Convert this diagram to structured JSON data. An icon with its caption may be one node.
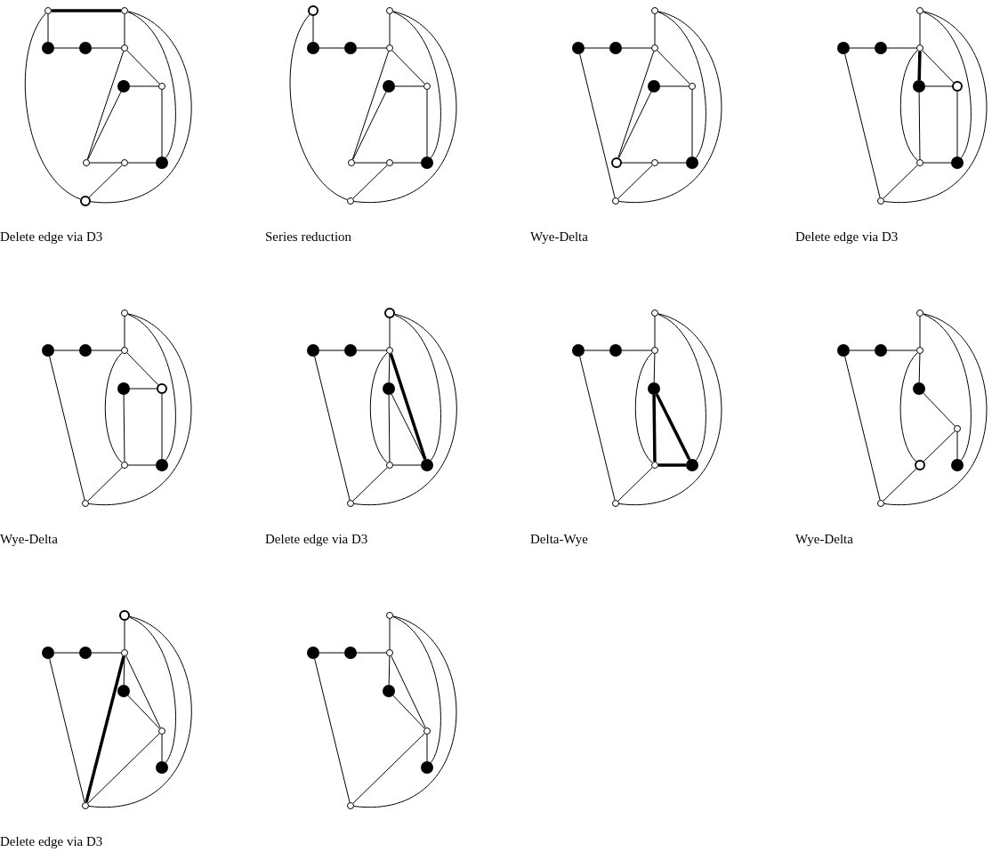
{
  "diagram": {
    "nodes": [
      {
        "text": [],
        "shape": "circle"
      },
      {
        "text": [],
        "shape": "circle"
      },
      {
        "text": [],
        "shape": "circle"
      },
      {
        "text": [],
        "shape": "circle"
      },
      {
        "text": [],
        "shape": "circle"
      },
      {
        "text": [],
        "shape": "circle"
      },
      {
        "text": [],
        "shape": "circle"
      },
      {
        "text": [],
        "shape": "circle"
      },
      {
        "text": [],
        "shape": "circle"
      },
      {
        "text": [],
        "shape": "circle"
      },
      {
        "text": [],
        "shape": "circle"
      },
      {
        "text": [],
        "shape": "circle"
      },
      {
        "text": [],
        "shape": "circle"
      },
      {
        "text": [],
        "shape": "circle"
      },
      {
        "text": [],
        "shape": "circle"
      },
      {
        "text": [],
        "shape": "circle"
      },
      {
        "text": [],
        "shape": "circle"
      },
      {
        "text": [],
        "shape": "circle"
      },
      {
        "text": [],
        "shape": "circle"
      },
      {
        "text": [],
        "shape": "circle"
      },
      {
        "text": [],
        "shape": "circle"
      },
      {
        "text": [],
        "shape": "circle"
      },
      {
        "text": [],
        "shape": "circle"
      },
      {
        "text": [],
        "shape": "circle"
      },
      {
        "text": [],
        "shape": "circle"
      },
      {
        "text": [],
        "shape": "circle"
      },
      {
        "text": [],
        "shape": "circle"
      },
      {
        "text": [],
        "shape": "circle"
      },
      {
        "text": [],
        "shape": "circle"
      },
      {
        "text": [],
        "shape": "circle"
      },
      {
        "text": [],
        "shape": "circle"
      },
      {
        "text": [],
        "shape": "circle"
      },
      {
        "text": [],
        "shape": "circle"
      },
      {
        "text": [],
        "shape": "circle"
      },
      {
        "text": [],
        "shape": "circle"
      },
      {
        "text": [],
        "shape": "circle"
      },
      {
        "text": [],
        "shape": "circle"
      },
      {
        "text": [],
        "shape": "circle"
      },
      {
        "text": [],
        "shape": "circle"
      },
      {
        "text": [],
        "shape": "circle"
      },
      {
        "text": [],
        "shape": "circle"
      },
      {
        "text": [],
        "shape": "circle"
      },
      {
        "text": [],
        "shape": "circle"
      },
      {
        "text": [],
        "shape": "circle"
      },
      {
        "text": [],
        "shape": "circle"
      },
      {
        "text": [],
        "shape": "circle"
      },
      {
        "text": [],
        "shape": "circle"
      },
      {
        "text": [],
        "shape": "circle"
      },
      {
        "text": [],
        "shape": "circle"
      },
      {
        "text": [],
        "shape": "circle"
      },
      {
        "text": [],
        "shape": "circle"
      },
      {
        "text": [],
        "shape": "circle"
      },
      {
        "text": [],
        "shape": "circle"
      },
      {
        "text": [],
        "shape": "circle"
      },
      {
        "text": [],
        "shape": "circle"
      },
      {
        "text": [],
        "shape": "circle"
      },
      {
        "text": [],
        "shape": "circle"
      },
      {
        "text": [],
        "shape": "circle"
      },
      {
        "text": [],
        "shape": "circle"
      },
      {
        "text": [],
        "shape": "circle"
      },
      {
        "text": [],
        "shape": "circle"
      },
      {
        "text": [],
        "shape": "circle"
      },
      {
        "text": [],
        "shape": "circle"
      },
      {
        "text": [],
        "shape": "circle"
      },
      {
        "text": [],
        "shape": "circle"
      },
      {
        "text": [],
        "shape": "circle"
      },
      {
        "text": [],
        "shape": "circle"
      },
      {
        "text": [],
        "shape": "circle"
      },
      {
        "text": [],
        "shape": "circle"
      },
      {
        "text": [],
        "shape": "circle"
      },
      {
        "text": [],
        "shape": "circle"
      },
      {
        "text": [],
        "shape": "circle"
      },
      {
        "text": [],
        "shape": "circle"
      },
      {
        "text": [],
        "shape": "circle"
      },
      {
        "text": [],
        "shape": "circle"
      },
      {
        "text": [],
        "shape": "circle"
      },
      {
        "text": [],
        "shape": "circle"
      },
      {
        "text": [],
        "shape": "circle"
      },
      {
        "text": [],
        "shape": "circle"
      },
      {
        "text": [],
        "shape": "circle"
      },
      {
        "text": [],
        "shape": "circle"
      },
      {
        "text": [],
        "shape": "circle"
      },
      {
        "text": [],
        "shape": "circle"
      },
      {
        "text": [],
        "shape": "circle"
      },
      {
        "text": [],
        "shape": "circle"
      },
      {
        "text": [],
        "shape": "circle"
      },
      {
        "text": [],
        "shape": "circle"
      },
      {
        "text": [],
        "shape": "circle"
      },
      {
        "text": [],
        "shape": "circle"
      },
      {
        "text": [],
        "shape": "circle"
      },
      {
        "text": [],
        "shape": "circle"
      }
    ],
    "edges": [
      {
        "from": 0,
        "to": 1,
        "arrow": "none",
        "style": "thick"
      },
      {
        "from": 0,
        "to": 2,
        "arrow": "none"
      },
      {
        "from": 2,
        "to": 3,
        "arrow": "none"
      },
      {
        "from": 3,
        "to": 4,
        "arrow": "none"
      },
      {
        "from": 1,
        "to": 4,
        "arrow": "none"
      },
      {
        "from": 4,
        "to": 6,
        "arrow": "none"
      },
      {
        "from": 4,
        "to": 7,
        "arrow": "none"
      },
      {
        "from": 5,
        "to": 6,
        "arrow": "none"
      },
      {
        "from": 5,
        "to": 7,
        "arrow": "none"
      },
      {
        "from": 6,
        "to": 9,
        "arrow": "none"
      },
      {
        "from": 7,
        "to": 8,
        "arrow": "none"
      },
      {
        "from": 8,
        "to": 9,
        "arrow": "none"
      },
      {
        "from": 8,
        "to": 10,
        "arrow": "none"
      },
      {
        "from": 0,
        "to": 10,
        "arrow": "none"
      },
      {
        "from": 1,
        "to": 9,
        "arrow": "none"
      },
      {
        "from": 1,
        "to": 10,
        "arrow": "none"
      },
      {
        "from": 11,
        "to": 13,
        "arrow": "none"
      },
      {
        "from": 13,
        "to": 14,
        "arrow": "none"
      },
      {
        "from": 14,
        "to": 15,
        "arrow": "none"
      },
      {
        "from": 12,
        "to": 15,
        "arrow": "none"
      },
      {
        "from": 15,
        "to": 17,
        "arrow": "none"
      },
      {
        "from": 15,
        "to": 18,
        "arrow": "none"
      },
      {
        "from": 16,
        "to": 17,
        "arrow": "none"
      },
      {
        "from": 16,
        "to": 18,
        "arrow": "none"
      },
      {
        "from": 17,
        "to": 20,
        "arrow": "none"
      },
      {
        "from": 18,
        "to": 19,
        "arrow": "none"
      },
      {
        "from": 19,
        "to": 20,
        "arrow": "none"
      },
      {
        "from": 19,
        "to": 21,
        "arrow": "none"
      },
      {
        "from": 11,
        "to": 21,
        "arrow": "none"
      },
      {
        "from": 12,
        "to": 20,
        "arrow": "none"
      },
      {
        "from": 12,
        "to": 21,
        "arrow": "none"
      },
      {
        "from": 22,
        "to": 25,
        "arrow": "none"
      },
      {
        "from": 23,
        "to": 24,
        "arrow": "none"
      },
      {
        "from": 24,
        "to": 25,
        "arrow": "none"
      },
      {
        "from": 23,
        "to": 31,
        "arrow": "none"
      },
      {
        "from": 25,
        "to": 27,
        "arrow": "none"
      },
      {
        "from": 25,
        "to": 28,
        "arrow": "none"
      },
      {
        "from": 26,
        "to": 27,
        "arrow": "none"
      },
      {
        "from": 26,
        "to": 28,
        "arrow": "none"
      },
      {
        "from": 27,
        "to": 30,
        "arrow": "none"
      },
      {
        "from": 28,
        "to": 29,
        "arrow": "none"
      },
      {
        "from": 29,
        "to": 30,
        "arrow": "none"
      },
      {
        "from": 29,
        "to": 31,
        "arrow": "none"
      },
      {
        "from": 22,
        "to": 30,
        "arrow": "none"
      },
      {
        "from": 22,
        "to": 31,
        "arrow": "none"
      },
      {
        "from": 32,
        "to": 35,
        "arrow": "none"
      },
      {
        "from": 33,
        "to": 34,
        "arrow": "none"
      },
      {
        "from": 34,
        "to": 35,
        "arrow": "none"
      },
      {
        "from": 33,
        "to": 40,
        "arrow": "none"
      },
      {
        "from": 35,
        "to": 36,
        "arrow": "none",
        "style": "thick"
      },
      {
        "from": 35,
        "to": 37,
        "arrow": "none"
      },
      {
        "from": 35,
        "to": 38,
        "arrow": "none"
      },
      {
        "from": 36,
        "to": 37,
        "arrow": "none"
      },
      {
        "from": 36,
        "to": 38,
        "arrow": "none"
      },
      {
        "from": 37,
        "to": 39,
        "arrow": "none"
      },
      {
        "from": 38,
        "to": 39,
        "arrow": "none"
      },
      {
        "from": 38,
        "to": 40,
        "arrow": "none"
      },
      {
        "from": 32,
        "to": 39,
        "arrow": "none"
      },
      {
        "from": 32,
        "to": 40,
        "arrow": "none"
      },
      {
        "from": 41,
        "to": 44,
        "arrow": "none"
      },
      {
        "from": 42,
        "to": 43,
        "arrow": "none"
      },
      {
        "from": 43,
        "to": 44,
        "arrow": "none"
      },
      {
        "from": 42,
        "to": 49,
        "arrow": "none"
      },
      {
        "from": 44,
        "to": 46,
        "arrow": "none"
      },
      {
        "from": 44,
        "to": 47,
        "arrow": "none"
      },
      {
        "from": 45,
        "to": 46,
        "arrow": "none"
      },
      {
        "from": 45,
        "to": 47,
        "arrow": "none"
      },
      {
        "from": 46,
        "to": 48,
        "arrow": "none"
      },
      {
        "from": 47,
        "to": 48,
        "arrow": "none"
      },
      {
        "from": 47,
        "to": 49,
        "arrow": "none"
      },
      {
        "from": 41,
        "to": 48,
        "arrow": "none"
      },
      {
        "from": 41,
        "to": 49,
        "arrow": "none"
      },
      {
        "from": 50,
        "to": 53,
        "arrow": "none"
      },
      {
        "from": 51,
        "to": 52,
        "arrow": "none"
      },
      {
        "from": 52,
        "to": 53,
        "arrow": "none"
      },
      {
        "from": 51,
        "to": 57,
        "arrow": "none"
      },
      {
        "from": 53,
        "to": 54,
        "arrow": "none"
      },
      {
        "from": 53,
        "to": 56,
        "arrow": "none",
        "style": "thick"
      },
      {
        "from": 53,
        "to": 55,
        "arrow": "none"
      },
      {
        "from": 54,
        "to": 55,
        "arrow": "none"
      },
      {
        "from": 54,
        "to": 56,
        "arrow": "none"
      },
      {
        "from": 55,
        "to": 56,
        "arrow": "none"
      },
      {
        "from": 55,
        "to": 57,
        "arrow": "none"
      },
      {
        "from": 50,
        "to": 56,
        "arrow": "none"
      },
      {
        "from": 50,
        "to": 57,
        "arrow": "none"
      },
      {
        "from": 58,
        "to": 61,
        "arrow": "none"
      },
      {
        "from": 59,
        "to": 60,
        "arrow": "none"
      },
      {
        "from": 60,
        "to": 61,
        "arrow": "none"
      },
      {
        "from": 59,
        "to": 65,
        "arrow": "none"
      },
      {
        "from": 61,
        "to": 62,
        "arrow": "none"
      },
      {
        "from": 61,
        "to": 63,
        "arrow": "none"
      },
      {
        "from": 62,
        "to": 63,
        "arrow": "none",
        "style": "thick"
      },
      {
        "from": 62,
        "to": 64,
        "arrow": "none",
        "style": "thick"
      },
      {
        "from": 63,
        "to": 64,
        "arrow": "none",
        "style": "thick"
      },
      {
        "from": 63,
        "to": 65,
        "arrow": "none"
      },
      {
        "from": 58,
        "to": 64,
        "arrow": "none"
      },
      {
        "from": 58,
        "to": 65,
        "arrow": "none"
      },
      {
        "from": 66,
        "to": 69,
        "arrow": "none"
      },
      {
        "from": 67,
        "to": 68,
        "arrow": "none"
      },
      {
        "from": 68,
        "to": 69,
        "arrow": "none"
      },
      {
        "from": 67,
        "to": 74,
        "arrow": "none"
      },
      {
        "from": 69,
        "to": 70,
        "arrow": "none"
      },
      {
        "from": 69,
        "to": 72,
        "arrow": "none"
      },
      {
        "from": 70,
        "to": 71,
        "arrow": "none"
      },
      {
        "from": 71,
        "to": 72,
        "arrow": "none"
      },
      {
        "from": 71,
        "to": 73,
        "arrow": "none"
      },
      {
        "from": 72,
        "to": 74,
        "arrow": "none"
      },
      {
        "from": 66,
        "to": 73,
        "arrow": "none"
      },
      {
        "from": 66,
        "to": 74,
        "arrow": "none"
      },
      {
        "from": 75,
        "to": 78,
        "arrow": "none"
      },
      {
        "from": 76,
        "to": 77,
        "arrow": "none"
      },
      {
        "from": 77,
        "to": 78,
        "arrow": "none"
      },
      {
        "from": 76,
        "to": 82,
        "arrow": "none"
      },
      {
        "from": 78,
        "to": 79,
        "arrow": "none"
      },
      {
        "from": 78,
        "to": 80,
        "arrow": "none"
      },
      {
        "from": 79,
        "to": 80,
        "arrow": "none"
      },
      {
        "from": 80,
        "to": 81,
        "arrow": "none"
      },
      {
        "from": 78,
        "to": 82,
        "arrow": "none",
        "style": "thick"
      },
      {
        "from": 80,
        "to": 82,
        "arrow": "none"
      },
      {
        "from": 75,
        "to": 81,
        "arrow": "none"
      },
      {
        "from": 75,
        "to": 82,
        "arrow": "none"
      },
      {
        "from": 83,
        "to": 86,
        "arrow": "none"
      },
      {
        "from": 84,
        "to": 85,
        "arrow": "none"
      },
      {
        "from": 85,
        "to": 86,
        "arrow": "none"
      },
      {
        "from": 84,
        "to": 90,
        "arrow": "none"
      },
      {
        "from": 86,
        "to": 87,
        "arrow": "none"
      },
      {
        "from": 86,
        "to": 88,
        "arrow": "none"
      },
      {
        "from": 87,
        "to": 88,
        "arrow": "none"
      },
      {
        "from": 88,
        "to": 89,
        "arrow": "none"
      },
      {
        "from": 88,
        "to": 90,
        "arrow": "none"
      },
      {
        "from": 83,
        "to": 89,
        "arrow": "none"
      },
      {
        "from": 83,
        "to": 90,
        "arrow": "none"
      }
    ],
    "labels": [
      "Delete edge via D3",
      "Series reduction",
      "Wye-Delta",
      "Delete edge via D3",
      "Wye-Delta",
      "Delete edge via D3",
      "Delta-Wye",
      "Wye-Delta",
      "Delete edge via D3"
    ]
  }
}
